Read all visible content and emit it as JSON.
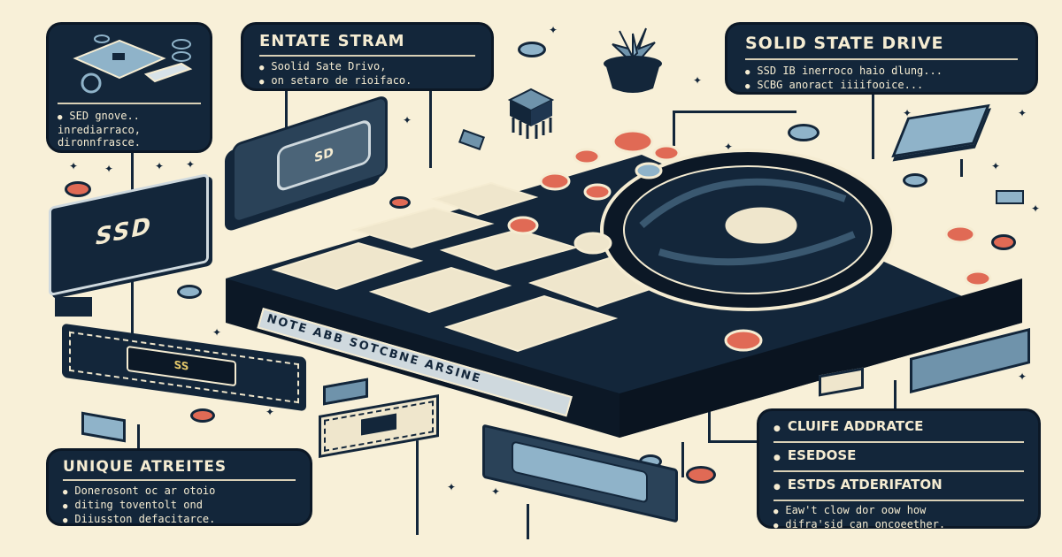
{
  "panels": {
    "top_center": {
      "title": "ENTATE STRAM",
      "bullets": [
        "Soolid Sate Drivo,",
        "on setaro de rioifaco."
      ]
    },
    "top_right": {
      "title": "SOLID STATE DRIVE",
      "bullets": [
        "SSD IB inerroco haio dlung...",
        "SCBG anoract iiiifooice..."
      ]
    },
    "top_left": {
      "bullets": [
        "SED gnove..",
        "inrediarraco,",
        "dironnfrasce."
      ]
    },
    "bottom_left": {
      "title": "UNIQUE ATREITES",
      "bullets": [
        "Donerosont oc ar otoio",
        "diting toventolt ond",
        "Diiusston defacitarce."
      ]
    },
    "bottom_right": {
      "rows": [
        "CLUIFE ADDRATCE",
        "ESEDOSE",
        "ESTDS ATDERIFATON"
      ],
      "bullets": [
        "Eaw't clow dor oow how",
        "difra'sid can oncoeether."
      ]
    }
  },
  "labels": {
    "board_label": "NOTE ABB SOTCBNE ARSINE",
    "ssd_plate": "SSD",
    "ssd_module": "SD",
    "chip_module": "SS"
  },
  "colors": {
    "background": "#f8f0d8",
    "navy": "#13263a",
    "accent_red": "#e06a55",
    "steel_blue": "#8fb3c9",
    "cream": "#f5ecd2"
  }
}
